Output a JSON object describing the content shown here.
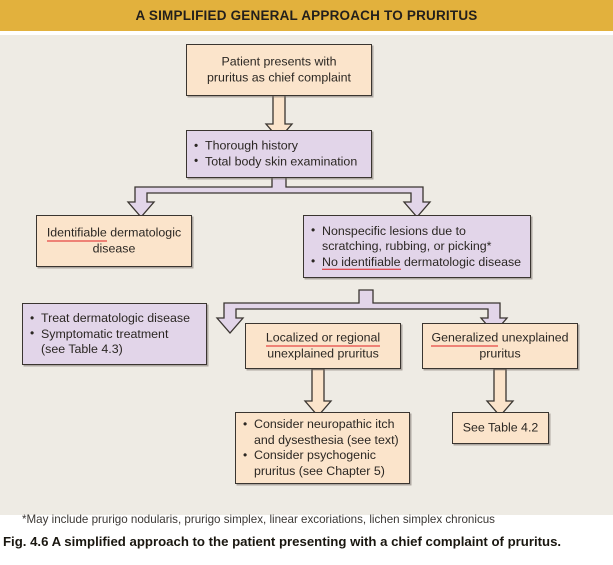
{
  "header": {
    "title": "A SIMPLIFIED GENERAL APPROACH TO PRURITUS",
    "bg_color": "#e2b13d",
    "text_color": "#231f1c"
  },
  "canvas": {
    "bg_color": "#eeebe4",
    "box_orange_color": "#fbe4cb",
    "box_purple_color": "#e2d5e9",
    "box_border_color": "#3a3530",
    "underline_color": "#e02020"
  },
  "nodes": {
    "patient": {
      "line1": "Patient presents with",
      "line2": "pruritus as chief complaint"
    },
    "history": {
      "bullet1": "Thorough history",
      "bullet2": "Total body skin examination"
    },
    "identifiable": {
      "underlined": "Identifiable",
      "rest": " dermatologic",
      "line2": "disease"
    },
    "nonspecific": {
      "bullet1_line1": "Nonspecific lesions due to",
      "bullet1_line2": "scratching, rubbing, or picking*",
      "bullet2_underlined": "No identifiable",
      "bullet2_rest": " dermatologic disease"
    },
    "treat": {
      "bullet1": "Treat dermatologic disease",
      "bullet2_line1": "Symptomatic treatment",
      "bullet2_line2": "(see Table 4.3)"
    },
    "localized": {
      "underlined": "Localized or regional",
      "line2": "unexplained pruritus"
    },
    "generalized": {
      "underlined": "Generalized",
      "rest": " unexplained",
      "line2": "pruritus"
    },
    "neuropathic": {
      "bullet1_line1": "Consider neuropathic itch",
      "bullet1_line2": "and dysesthesia (see text)",
      "bullet2_line1": "Consider psychogenic",
      "bullet2_line2": "pruritus (see Chapter 5)"
    },
    "see_table": {
      "label": "See Table 4.2"
    }
  },
  "footnote": {
    "text": "*May include prurigo nodularis, prurigo simplex, linear excoriations, lichen simplex chronicus"
  },
  "caption": {
    "text": "Fig. 4.6 A simplified approach to the patient presenting with a chief complaint of pruritus."
  }
}
